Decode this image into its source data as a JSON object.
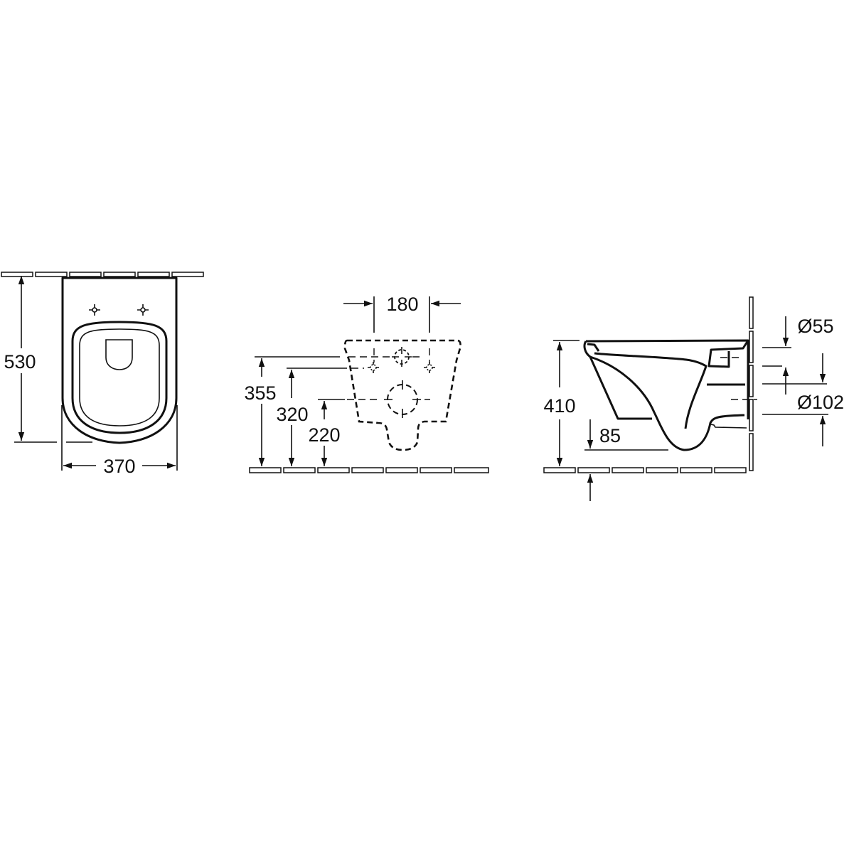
{
  "top_view": {
    "width_label": "370",
    "depth_label": "530"
  },
  "wall_view": {
    "fixing_spacing_label": "180",
    "fixing_height_upper_label": "355",
    "fixing_height_lower_label": "320",
    "outlet_height_label": "220"
  },
  "side_view": {
    "rim_height_label": "410",
    "floor_clearance_label": "85",
    "inlet_diameter_label": "Ø55",
    "outlet_diameter_label": "Ø102"
  },
  "colors": {
    "line": "#111111",
    "background": "#ffffff"
  }
}
